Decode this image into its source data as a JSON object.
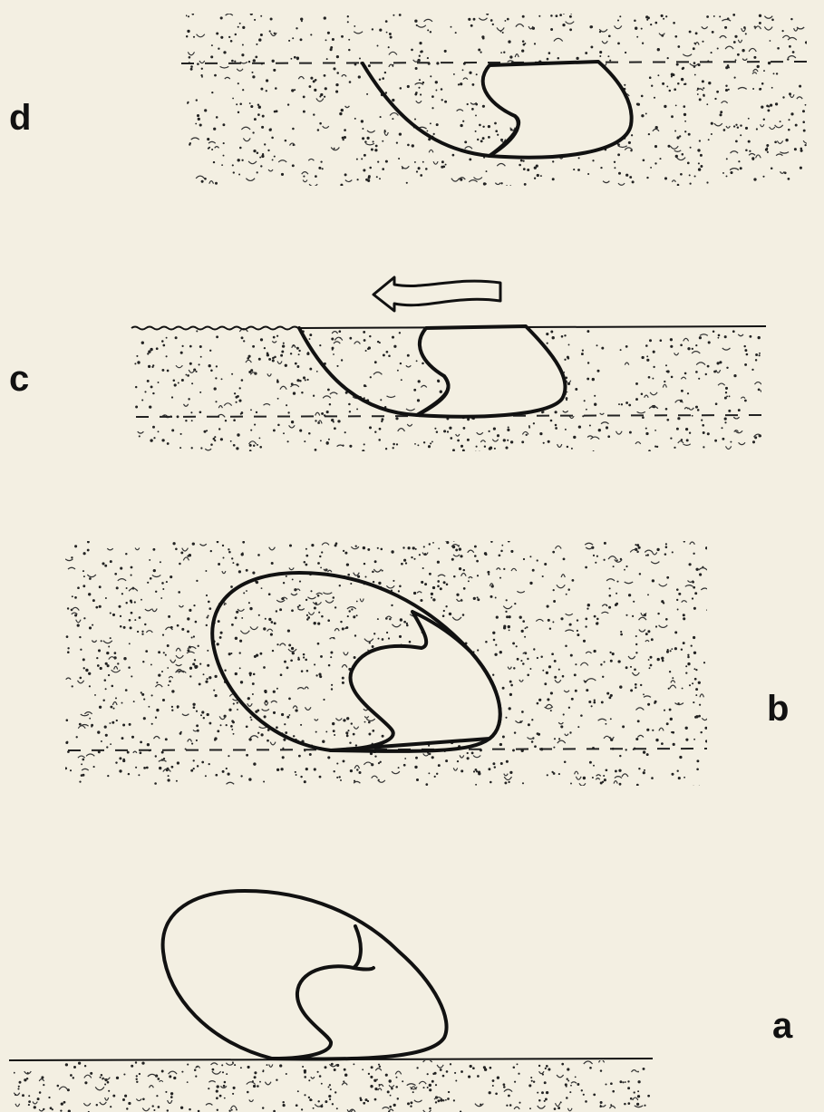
{
  "figure": {
    "panels": [
      {
        "id": "d",
        "label": "d"
      },
      {
        "id": "c",
        "label": "c"
      },
      {
        "id": "b",
        "label": "b"
      },
      {
        "id": "a",
        "label": "a"
      }
    ],
    "colors": {
      "background": "#f3efe2",
      "ink": "#111111"
    },
    "icons": {
      "current_arrow": "left-arrow-icon"
    }
  }
}
